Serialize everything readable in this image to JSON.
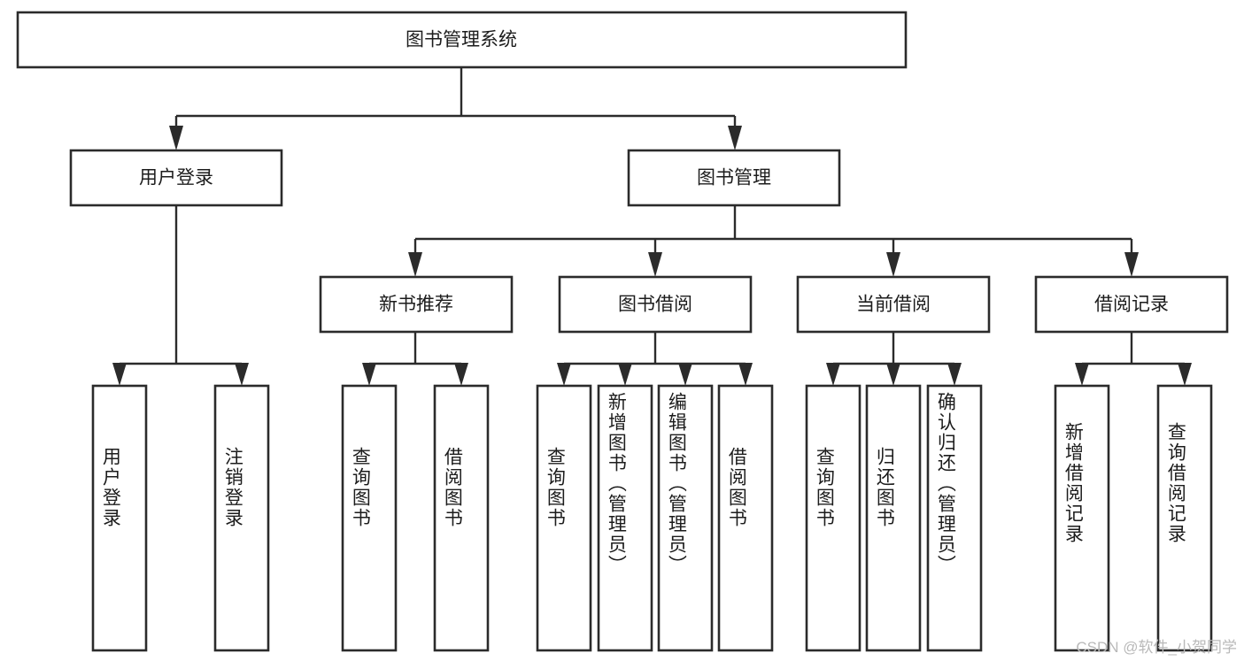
{
  "diagram": {
    "title_node": {
      "label": "图书管理系统"
    },
    "level2": [
      {
        "id": "user-login",
        "label": "用户登录"
      },
      {
        "id": "book-management",
        "label": "图书管理"
      }
    ],
    "level3": [
      {
        "id": "new-book-recommend",
        "label": "新书推荐"
      },
      {
        "id": "book-borrow",
        "label": "图书借阅"
      },
      {
        "id": "current-borrow",
        "label": "当前借阅"
      },
      {
        "id": "borrow-record",
        "label": "借阅记录"
      }
    ],
    "leaves": {
      "user-login": [
        {
          "id": "leaf-user-login",
          "label": "用户登录"
        },
        {
          "id": "leaf-logout-login",
          "label": "注销登录"
        }
      ],
      "new-book-recommend": [
        {
          "id": "leaf-query-book-1",
          "label": "查询图书"
        },
        {
          "id": "leaf-borrow-book-1",
          "label": "借阅图书"
        }
      ],
      "book-borrow": [
        {
          "id": "leaf-query-book-2",
          "label": "查询图书"
        },
        {
          "id": "leaf-add-book",
          "label": "新增图书（管理员）"
        },
        {
          "id": "leaf-edit-book",
          "label": "编辑图书（管理员）"
        },
        {
          "id": "leaf-borrow-book-2",
          "label": "借阅图书"
        }
      ],
      "current-borrow": [
        {
          "id": "leaf-query-book-3",
          "label": "查询图书"
        },
        {
          "id": "leaf-return-book",
          "label": "归还图书"
        },
        {
          "id": "leaf-confirm-return",
          "label": "确认归还（管理员）"
        }
      ],
      "borrow-record": [
        {
          "id": "leaf-add-record",
          "label": "新增借阅记录"
        },
        {
          "id": "leaf-query-record",
          "label": "查询借阅记录"
        }
      ]
    }
  },
  "watermark": {
    "text": "CSDN @软件_小贺同学"
  },
  "colors": {
    "box_stroke": "#2b2b2b",
    "box_fill": "#ffffff",
    "text": "#1c1c1c",
    "watermark": "#b9b9b9",
    "background": "#ffffff"
  }
}
